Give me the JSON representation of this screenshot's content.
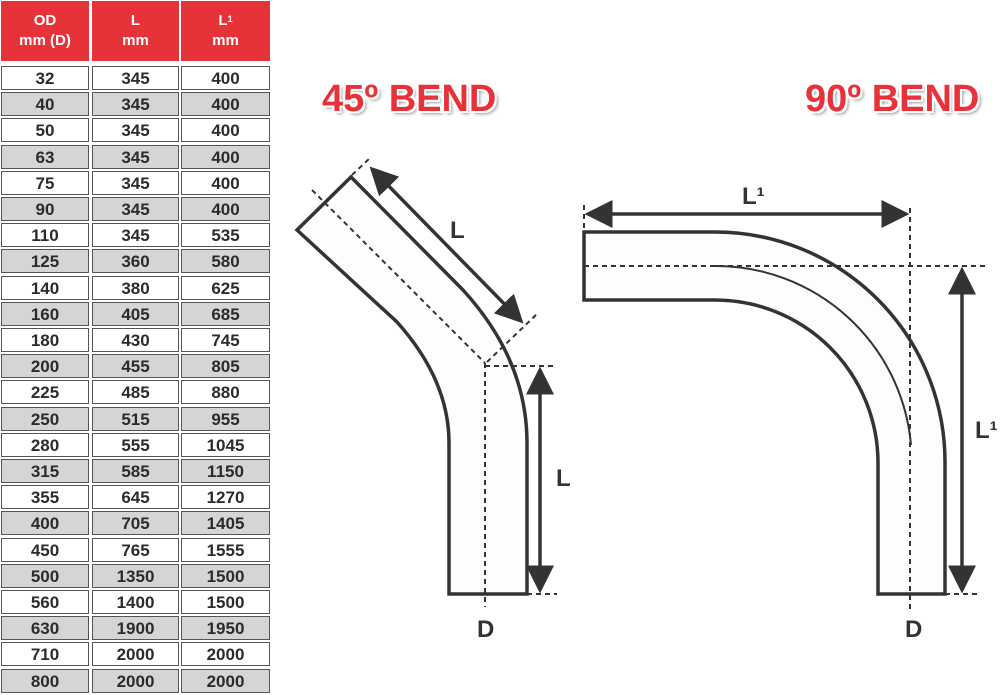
{
  "table": {
    "headers": [
      {
        "line1": "OD",
        "line2": "mm (D)",
        "sup": ""
      },
      {
        "line1": "L",
        "line2": "mm",
        "sup": ""
      },
      {
        "line1": "L",
        "line2": "mm",
        "sup": "1"
      }
    ],
    "rows": [
      [
        "32",
        "345",
        "400"
      ],
      [
        "40",
        "345",
        "400"
      ],
      [
        "50",
        "345",
        "400"
      ],
      [
        "63",
        "345",
        "400"
      ],
      [
        "75",
        "345",
        "400"
      ],
      [
        "90",
        "345",
        "400"
      ],
      [
        "110",
        "345",
        "535"
      ],
      [
        "125",
        "360",
        "580"
      ],
      [
        "140",
        "380",
        "625"
      ],
      [
        "160",
        "405",
        "685"
      ],
      [
        "180",
        "430",
        "745"
      ],
      [
        "200",
        "455",
        "805"
      ],
      [
        "225",
        "485",
        "880"
      ],
      [
        "250",
        "515",
        "955"
      ],
      [
        "280",
        "555",
        "1045"
      ],
      [
        "315",
        "585",
        "1150"
      ],
      [
        "355",
        "645",
        "1270"
      ],
      [
        "400",
        "705",
        "1405"
      ],
      [
        "450",
        "765",
        "1555"
      ],
      [
        "500",
        "1350",
        "1500"
      ],
      [
        "560",
        "1400",
        "1500"
      ],
      [
        "630",
        "1900",
        "1950"
      ],
      [
        "710",
        "2000",
        "2000"
      ],
      [
        "800",
        "2000",
        "2000"
      ]
    ]
  },
  "bend45": {
    "title": "45º BEND",
    "label_l": "L",
    "label_d": "D"
  },
  "bend90": {
    "title": "90º BEND",
    "label_l1": "L¹",
    "label_d": "D"
  },
  "colors": {
    "accent": "#e8323a",
    "stripe": "#d4d5d7",
    "line": "#333333"
  }
}
